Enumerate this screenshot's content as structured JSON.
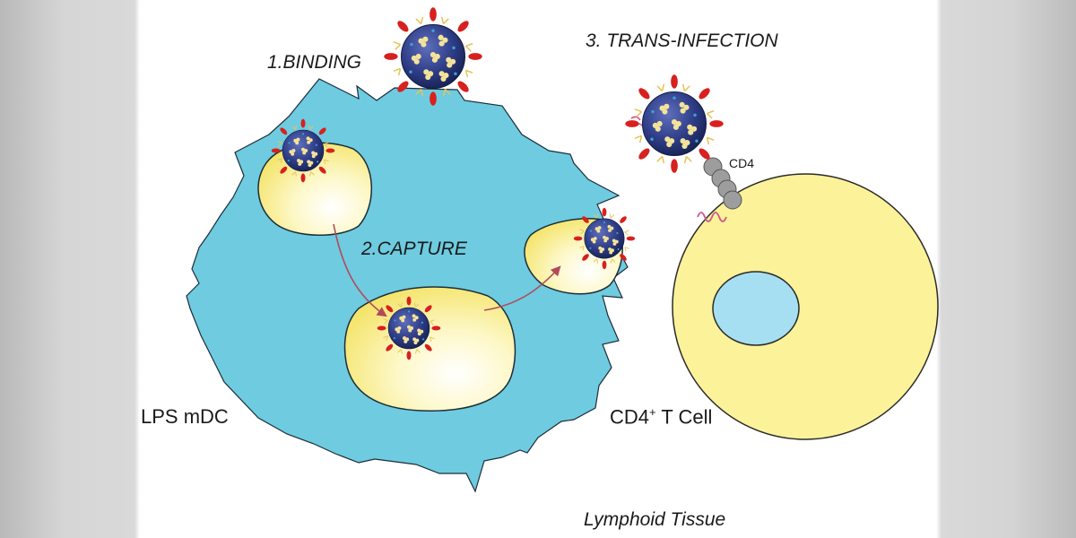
{
  "labels": {
    "binding": "1.BINDING",
    "capture": "2.CAPTURE",
    "trans_infection": "3. TRANS-INFECTION",
    "mdc": "LPS mDC",
    "tcell_prefix": "CD4",
    "tcell_sup": "+",
    "tcell_suffix": " T Cell",
    "cd4": "CD4",
    "tissue": "Lymphoid Tissue"
  },
  "colors": {
    "dendritic_cell": "#6ecbe0",
    "vesicle": "#fbf5a0",
    "t_cell": "#fcf29a",
    "nucleus": "#a6dff2",
    "virion": "#27336f",
    "spike_red": "#d8201e",
    "spike_yellow": "#e8c85a",
    "arrow": "#b24a5a",
    "receptor": "#9d9d9d"
  }
}
